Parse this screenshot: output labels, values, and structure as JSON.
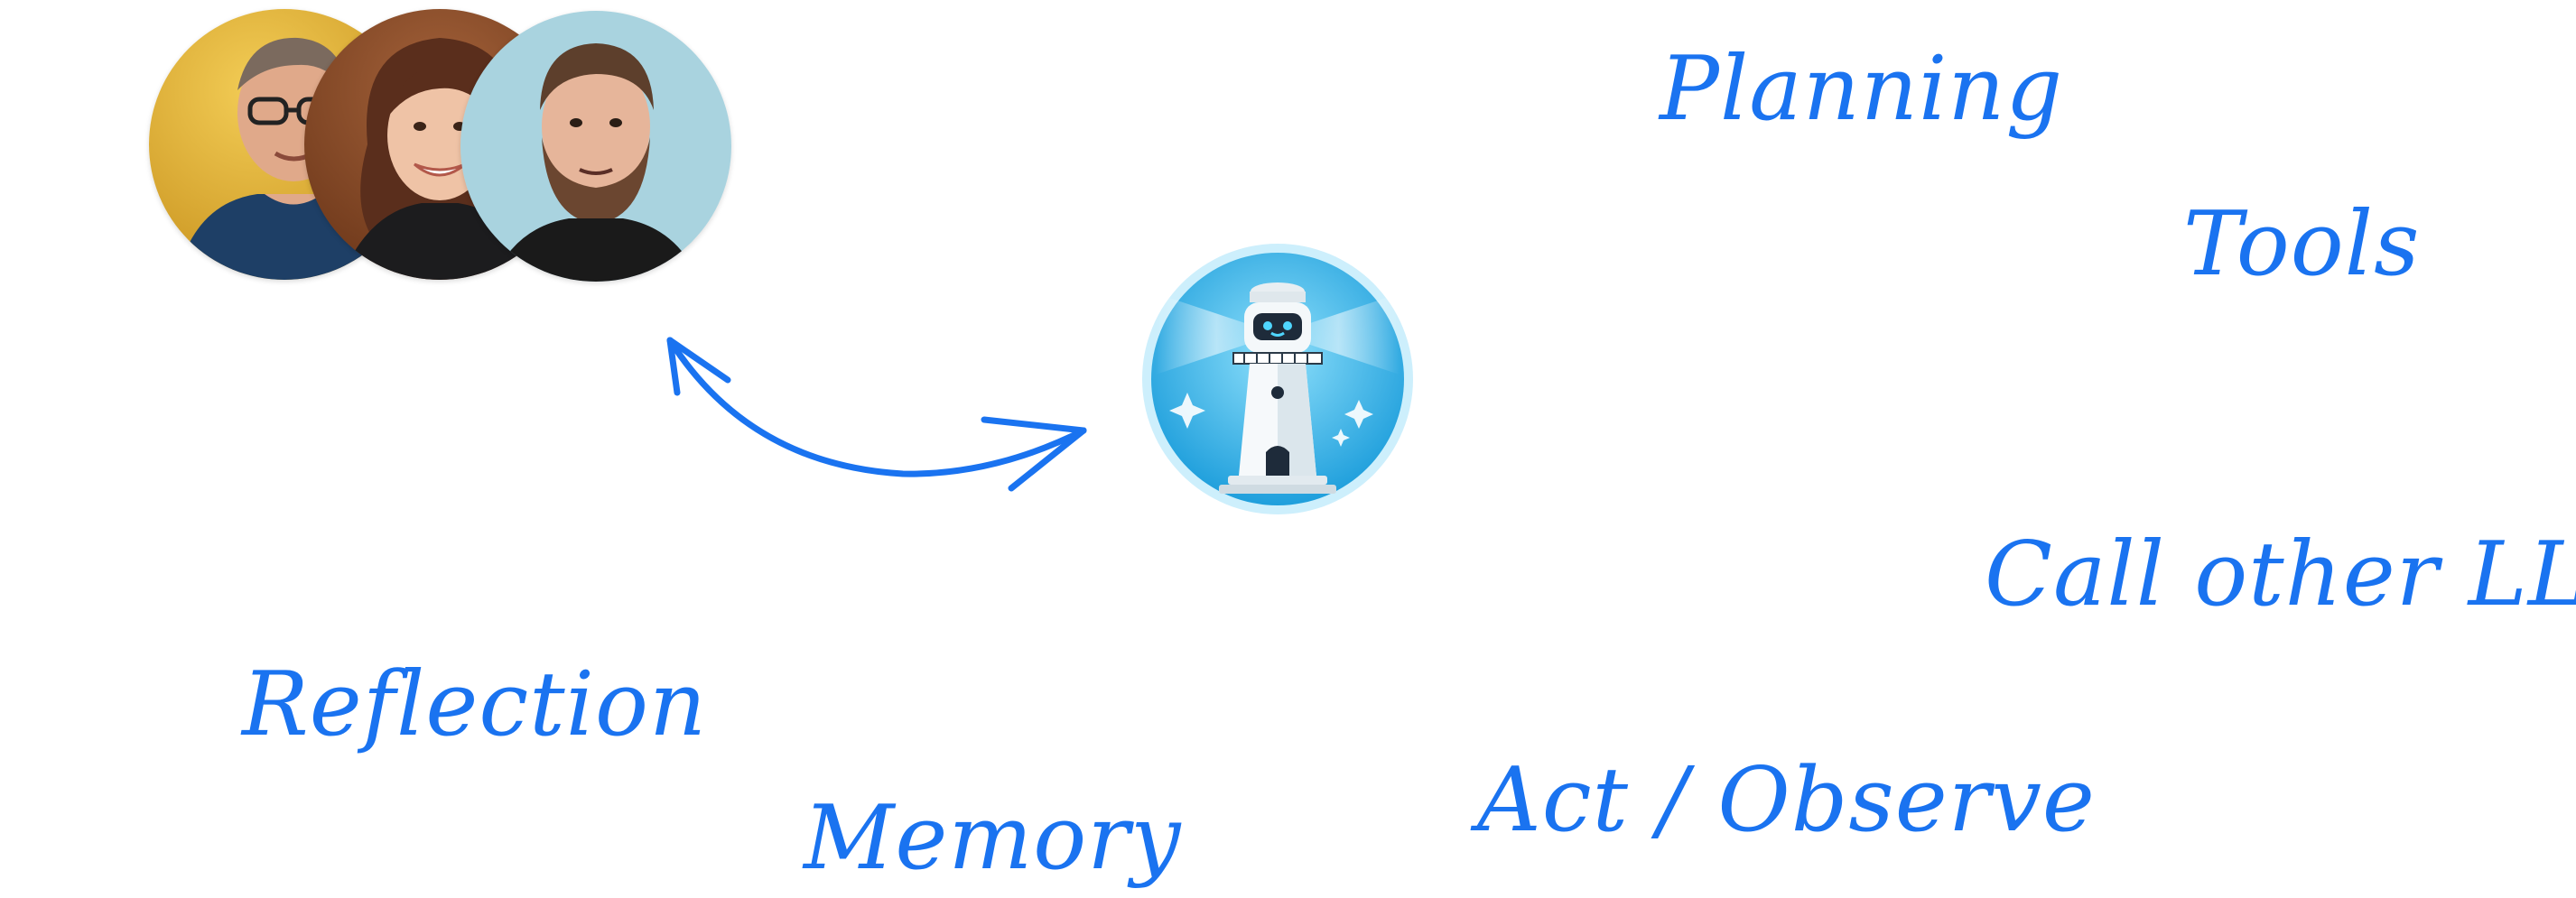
{
  "labels": {
    "planning": "Planning",
    "tools": "Tools",
    "call_other_llms": "Call other LLMs",
    "reflection": "Reflection",
    "memory": "Memory",
    "act_observe": "Act / Observe"
  },
  "colors": {
    "accent": "#1a73f0",
    "avatar_1_bg": "#e3b53a",
    "avatar_2_bg": "#8a4a2a",
    "avatar_3_bg": "#a9d3df",
    "logo_bg": "#3cb9ea"
  },
  "icons": {
    "avatars": [
      "person-photo",
      "person-photo",
      "person-photo"
    ],
    "agent": "lighthouse-robot-icon",
    "arrow": "double-headed-curved-arrow"
  }
}
